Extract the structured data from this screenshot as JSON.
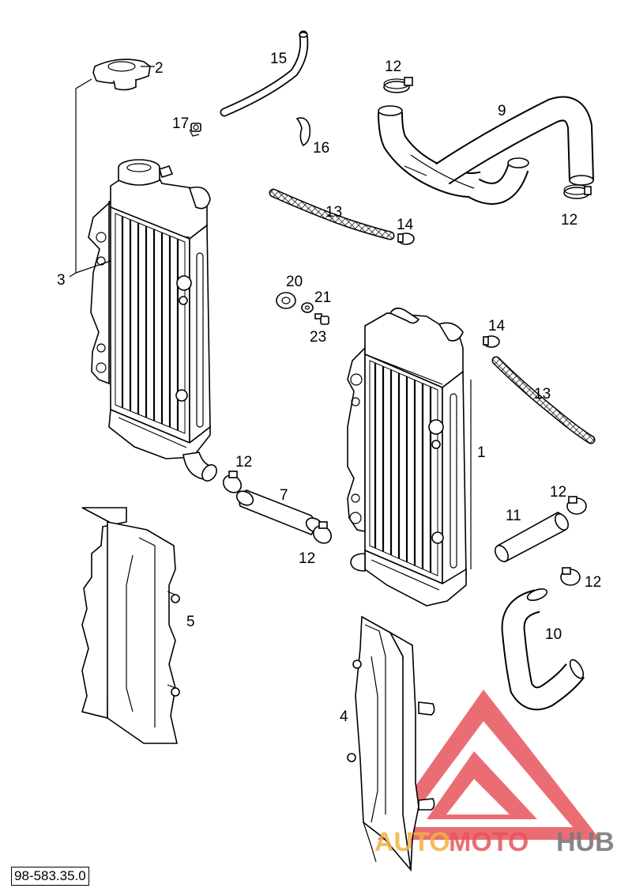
{
  "diagram": {
    "drawing_code": "98-583.35.0",
    "watermark": {
      "part1": "AUTO",
      "part2": "MOTO",
      "part3": "HUB",
      "colors": {
        "auto": "#f2b23c",
        "moto": "#e8545c",
        "hub": "#7b7b7b",
        "triangle": "#e8545c"
      }
    },
    "callouts": {
      "c1": "1",
      "c2": "2",
      "c3": "3",
      "c4": "4",
      "c5": "5",
      "c7": "7",
      "c9": "9",
      "c10": "10",
      "c11": "11",
      "c12a": "12",
      "c12b": "12",
      "c12c": "12",
      "c12d": "12",
      "c12e": "12",
      "c12f": "12",
      "c13a": "13",
      "c13b": "13",
      "c14a": "14",
      "c14b": "14",
      "c15": "15",
      "c16": "16",
      "c17": "17",
      "c20": "20",
      "c21": "21",
      "c23": "23"
    }
  }
}
